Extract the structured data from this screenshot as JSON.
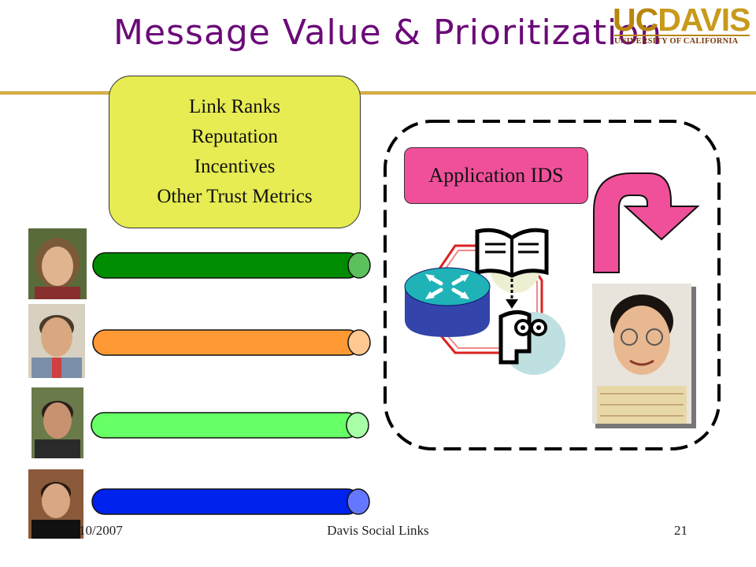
{
  "slide": {
    "title": "Message Value & Prioritization",
    "logo": {
      "uc": "UC",
      "davis": "DAVIS",
      "subtitle": "UNIVERSITY OF CALIFORNIA"
    },
    "metrics_box": {
      "lines": [
        "Link Ranks",
        "Reputation",
        "Incentives",
        "Other Trust Metrics"
      ],
      "color": "#e6ec52"
    },
    "ids_label": "Application IDS",
    "ids_color": "#f0509a",
    "link_bars": [
      {
        "color": "#008c00",
        "cap": "#5cc05c"
      },
      {
        "color": "#ff9933",
        "cap": "#ffc890"
      },
      {
        "color": "#66ff66",
        "cap": "#a8ffa8"
      },
      {
        "color": "#0022ee",
        "cap": "#6677ff"
      }
    ],
    "icons": [
      "router-icon",
      "book-icon",
      "reader-icon",
      "u-turn-arrow-icon"
    ],
    "footer": {
      "date": "10/2007",
      "title": "Davis Social Links",
      "page": "21"
    }
  }
}
